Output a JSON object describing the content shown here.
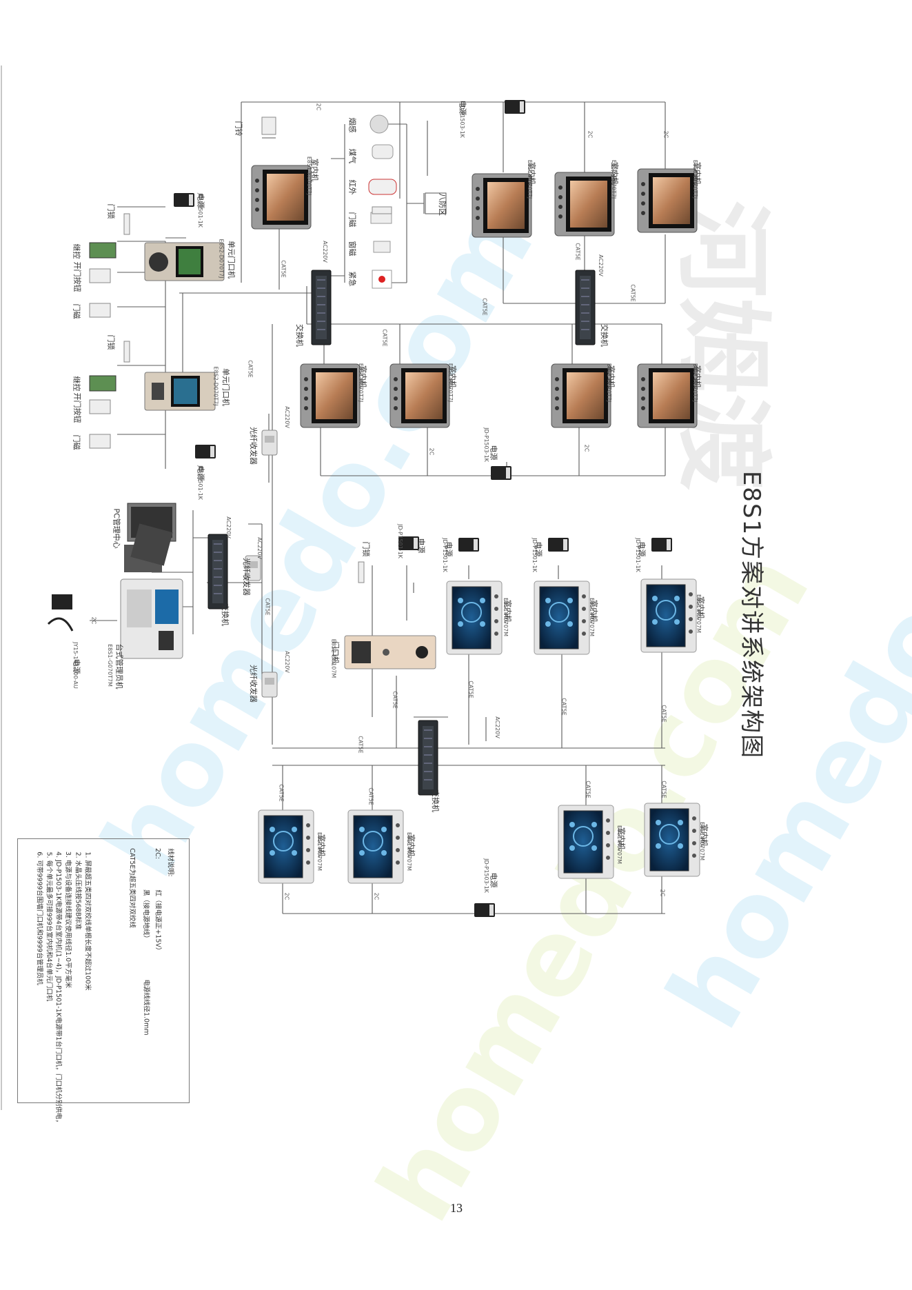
{
  "page": {
    "title": "E8S1方案对讲系统架构图",
    "page_number": "13",
    "watermark_domain": "homedo.com",
    "watermark_brand": "河姆渡"
  },
  "labels": {
    "indoor": "室内机",
    "model_indoor_a": "E8S1-R070T7J",
    "model_indoor_b": "E8S1-R0707M",
    "unit_door": "单元门口机",
    "model_unit_door": "E8S2-D070T7J",
    "door_station": "门口机",
    "model_door_station": "E8S2-D0107M",
    "desk": "台式管理员机",
    "model_desk": "E8S1-G070T7M",
    "pc": "PC管理中心",
    "switch": "交换机",
    "fiber": "光纤收发器",
    "power": "电源",
    "psu_3k": "JD-P1503-1K",
    "psu_1k": "JD-P1501-1K",
    "psu_adapter": "JY15-143-100-AU",
    "cable": "CAT5E",
    "wire": "2C",
    "ac": "AC220V",
    "bell": "门铃",
    "lock": "门锁",
    "relay": "继控",
    "exit_btn": "开门按钮",
    "magnet": "门磁",
    "zone": "八防区",
    "smoke": "烟感",
    "gas": "煤气",
    "ir": "红外",
    "window": "窗磁",
    "emergency": "紧急"
  },
  "legend": {
    "heading": "线材说明:",
    "wire_code": "2C:",
    "red": "红（接电源正+15V）",
    "black": "黑（接电源地线）",
    "wire_size": "电源线线径1.0mm",
    "cable_note": "CAT5E为超五类四对双绞线",
    "notes": [
      "1. 屏蔽超五类四对双绞线单根长度不超过100米",
      "2. 水晶头压线按568B标准",
      "3. 电源与设备连接线建议使用线径1.0平方毫米",
      "4. JD-P1503-1K电源带4台室内机(1~4)，JD-P1501-1K电源带1台门口机，门口机分别供电，",
      "5. 每个单元最多可接999台室内机和4台单元门口机",
      "6. 可带9999台围墙门口机和9999台管理员机"
    ]
  },
  "colors": {
    "line": "#5a5a5a",
    "screen_frame": "#111111",
    "device_body": "#c9c9c9",
    "touch_bg": "#0c2a45",
    "watermark_blue": "#4fb6e8",
    "watermark_green": "#b8d85a"
  }
}
